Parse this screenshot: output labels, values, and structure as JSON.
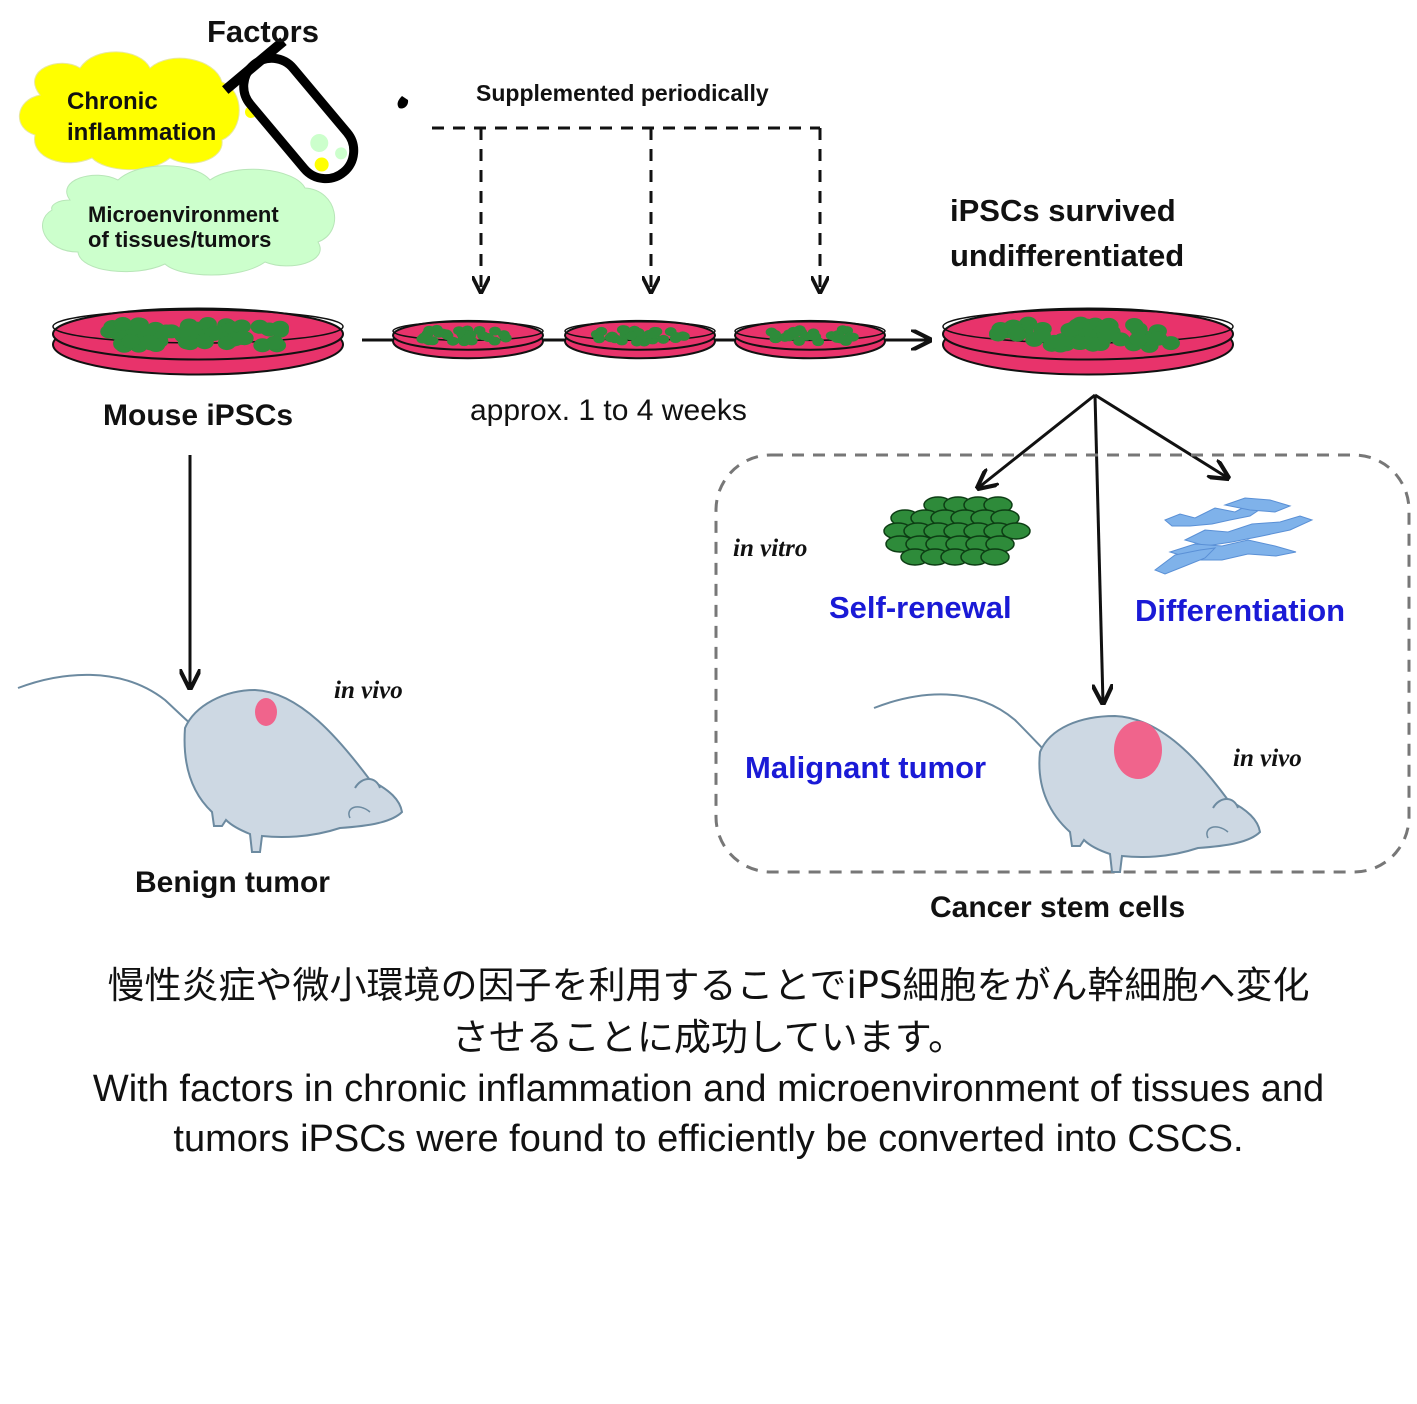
{
  "labels": {
    "factors": "Factors",
    "chronic_inflammation_line1": "Chronic",
    "chronic_inflammation_line2": "inflammation",
    "microenvironment_line1": "Microenvironment",
    "microenvironment_line2": "of tissues/tumors",
    "supplemented": "Supplemented periodically",
    "survived_line1": "iPSCs survived",
    "survived_line2": "undifferentiated",
    "mouse_ipscs": "Mouse iPSCs",
    "duration": "approx. 1 to 4 weeks",
    "in_vitro": "in vitro",
    "self_renewal": "Self-renewal",
    "differentiation": "Differentiation",
    "in_vivo_left": "in vivo",
    "in_vivo_right": "in vivo",
    "malignant_tumor": "Malignant tumor",
    "benign_tumor": "Benign tumor",
    "cancer_stem_cells": "Cancer stem cells"
  },
  "caption": {
    "japanese_line1": "慢性炎症や微小環境の因子を利用することでiPS細胞をがん幹細胞へ変化",
    "japanese_line2": "させることに成功しています。",
    "english_line1": "With factors in chronic inflammation and microenvironment of tissues and",
    "english_line2": "tumors iPSCs were found to efficiently be converted into CSCS."
  },
  "colors": {
    "dish_medium": "#e8336b",
    "cells": "#2e8b3a",
    "cloud_yellow": "#ffff00",
    "cloud_green": "#ccffcc",
    "mouse_body": "#cdd8e3",
    "tumor": "#f0648c",
    "label_blue": "#1a1ad6",
    "differentiated_cells": "#7fb2ea"
  }
}
